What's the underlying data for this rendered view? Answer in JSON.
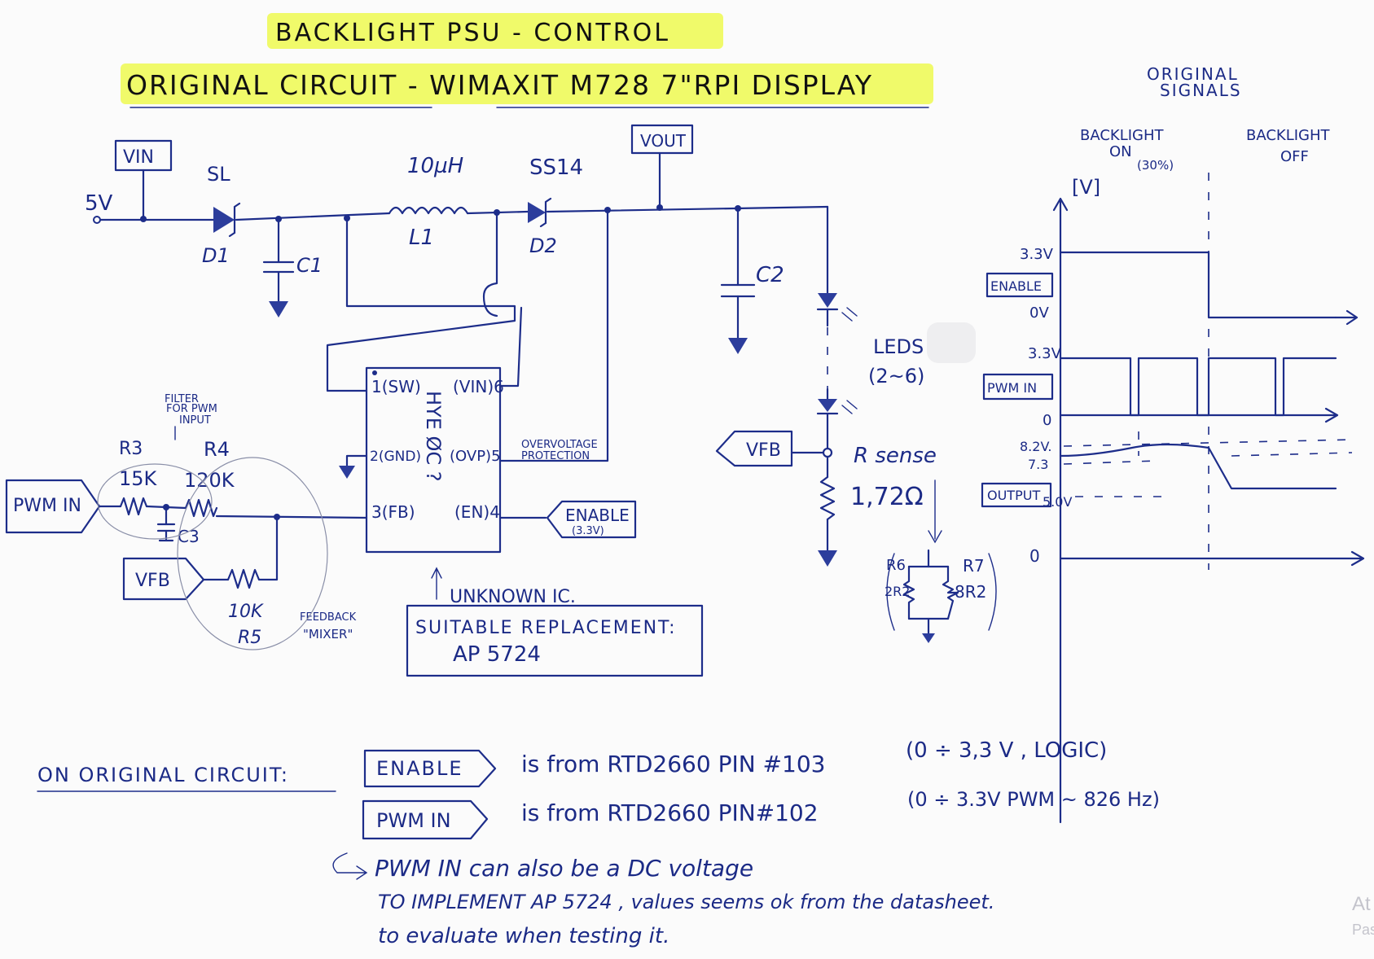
{
  "title": "BACKLIGHT PSU - CONTROL",
  "subtitle": "ORIGINAL CIRCUIT - WIMAXIT M728 7\"RPI DISPLAY",
  "schematic": {
    "vin": "VIN",
    "v5": "5V",
    "sl": "SL",
    "d1": "D1",
    "c1": "C1",
    "inductor_value": "10µH",
    "l1": "L1",
    "ss14": "SS14",
    "d2": "D2",
    "vout": "VOUT",
    "c2": "C2",
    "leds": "LEDS",
    "leds_count": "(2~6)",
    "vfb_tag": "VFB",
    "rsense": "R sense",
    "rsense_value": "1,72Ω",
    "r6": "R6",
    "r6_value": "2R2",
    "r7": "R7",
    "r7_value": "8R2",
    "ic_name": "HYE ØC ?",
    "pin1": "1(SW)",
    "pin2": "2(GND)",
    "pin3": "3(FB)",
    "pin4": "(EN)4",
    "pin5": "(OVP)5",
    "pin6": "(VIN)6",
    "ovp_note_1": "OVERVOLTAGE",
    "ovp_note_2": "PROTECTION",
    "enable_tag": "ENABLE",
    "enable_sub": "(3.3V)",
    "pwm_in": "PWM IN",
    "filter_note_1": "FILTER",
    "filter_note_2": "FOR PWM",
    "filter_note_3": "INPUT",
    "r3": "R3",
    "r3_value": "15K",
    "r4": "R4",
    "r4_value": "120K",
    "c3": "C3",
    "vfb_in": "VFB",
    "r5_value": "10K",
    "r5": "R5",
    "feedback_note_1": "FEEDBACK",
    "feedback_note_2": "\"MIXER\"",
    "unknown_ic": "UNKNOWN IC.",
    "replacement_1": "SUITABLE REPLACEMENT:",
    "replacement_2": "AP 5724"
  },
  "signals": {
    "heading_1": "ORIGINAL",
    "heading_2": "SIGNALS",
    "backlight_on_1": "BACKLIGHT",
    "backlight_on_2": "ON",
    "backlight_on_3": "(30%)",
    "backlight_off_1": "BACKLIGHT",
    "backlight_off_2": "OFF",
    "axis_unit": "[V]",
    "enable_label": "ENABLE",
    "pwm_label": "PWM IN",
    "output_label": "OUTPUT",
    "level_33a": "3.3V",
    "level_0v": "0V",
    "level_33b": "3.3V",
    "level_0": "0",
    "level_82": "8.2V.",
    "level_73": "7.3",
    "level_5": "5.0V",
    "level_0b": "0"
  },
  "notes": {
    "heading": "ON ORIGINAL CIRCUIT:",
    "enable_tag": "ENABLE",
    "line1": "is from  RTD2660  PIN #103",
    "line1_paren": "(0 ÷ 3,3 V , LOGIC)",
    "pwm_tag": "PWM IN",
    "line2": "is from  RTD2660  PIN#102",
    "line2_paren": "(0 ÷ 3.3V   PWM ~ 826 Hz)",
    "line3": "PWM IN can also be a DC voltage",
    "line4": "TO IMPLEMENT AP 5724 , values seems ok from the datasheet.",
    "line5": "to evaluate when testing it."
  },
  "edge_text_1": "At",
  "edge_text_2": "Pas"
}
